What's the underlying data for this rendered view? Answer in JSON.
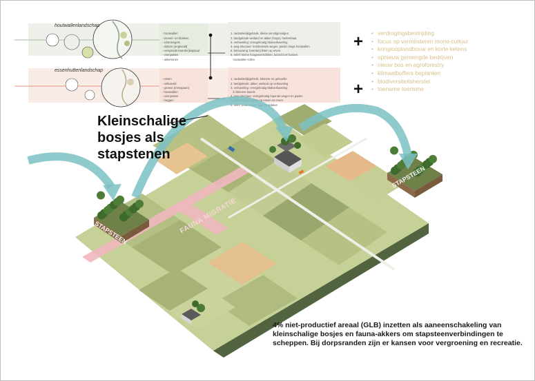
{
  "landscapes": [
    {
      "title": "houtwallenlandschap",
      "list": [
        "- houtwallen",
        "- bronen- en blokken",
        "- elzensingels",
        "- dotters (ongevuld)",
        "- verspreide boerderijkapitaal",
        "- veenputten",
        "- akkertonen"
      ],
      "text": [
        "1. nadrukkelijkgebruik, kleine vervolginvulgen",
        "2. landgebruik weiland en akker (hoge), herkenbaar",
        "3. verkaveling: onregelmatig blokverkaveling",
        "4. weg structuur: kronkelende wegen, paden langs houtwallen",
        "5. bebouwing: boerderij linten op erven",
        "6. reliëf: kleine hoogteverschillen, bezocht erf tussen",
        "   houtwallen-rollen"
      ]
    },
    {
      "title": "essenhuttenlandschap",
      "list": [
        "- essen",
        "- ontkaveld",
        "- groene (mesopaan)",
        "- houtwallen",
        "- veenputten",
        "- heggen"
      ],
      "text": [
        "1. nadrukkelijkgebruik, kleinere en geheelde",
        "2. landgebruik: akker, weiland op verkaveling",
        "3. verkaveling: onregelmatig blokverkaveling",
        "   in kleinere kavels",
        "4. weg structuur: onregelmatig lopende wegen en paden",
        "5. bebouwing: dorpen op essen en erven",
        "6. reliëf: bolle essen, lage beekdalen"
      ]
    }
  ],
  "headline": "Kleinschalige bosjes als stapstenen",
  "bullets": [
    "verdrogingsbestrijding",
    "focus op verminderen mono-cultuur",
    "kringlooplandbouw en korte ketens",
    "opnieuw gemengde bedrijven",
    "nieuw bos en agroforestry",
    "klimaatbuffers beplanten",
    "biodiversiteitsherstel",
    "toename toerisme"
  ],
  "map_labels": {
    "fauna": "FAUNA MIGRATIE",
    "stepstone_left": "STAPSTEEN",
    "stepstone_right": "STAPSTEEN"
  },
  "caption": "4% niet-productief areaal (GLB) inzetten als aaneenschakeling van kleinschalige bosjes en fauna-akkers om stapsteenverbindingen te scheppen. Bij dorpsranden zijn er kansen voor vergroening en recreatie.",
  "colors": {
    "grass_light": "#c9d39b",
    "grass": "#b4bf83",
    "grass_dark": "#97a46a",
    "field_orange": "#e6c28f",
    "field_pink": "#f1b6bd",
    "arrow": "#7bc1c3",
    "bullet": "#d8c08a",
    "strip_green": "#e6ebe1",
    "strip_pink": "#f7e4dd"
  }
}
